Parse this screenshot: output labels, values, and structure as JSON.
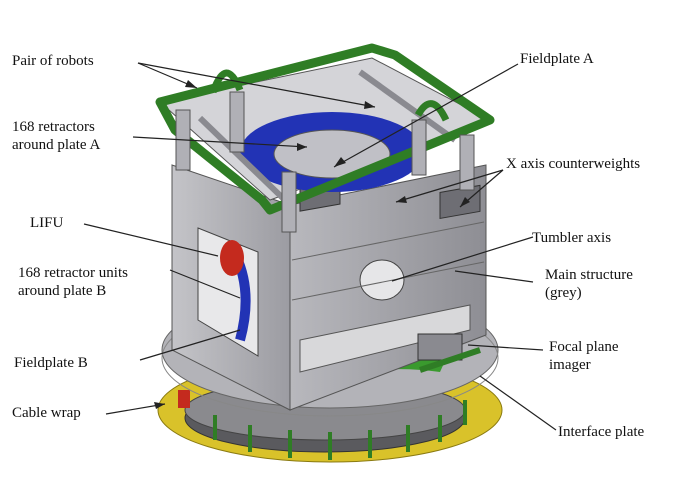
{
  "labels": {
    "pair_of_robots": "Pair of robots",
    "retractors_a_line1": "168 retractors",
    "retractors_a_line2": "around plate A",
    "lifu": "LIFU",
    "retractors_b_line1": "168 retractor units",
    "retractors_b_line2": "around plate B",
    "fieldplate_b": "Fieldplate B",
    "cable_wrap": "Cable wrap",
    "fieldplate_a": "Fieldplate A",
    "x_axis_counterweights": "X axis counterweights",
    "tumbler_axis": "Tumbler axis",
    "main_structure_line1": "Main structure",
    "main_structure_line2": "(grey)",
    "focal_plane_line1": "Focal plane",
    "focal_plane_line2": "imager",
    "interface_plate": "Interface plate"
  },
  "colors": {
    "structure_grey": "#a9a9ad",
    "robot_green": "#2f7d25",
    "fieldplate_a_blue": "#2233b5",
    "interface_plate_yellow": "#d9c22a",
    "lifu_red": "#c42a1e",
    "fieldplate_b_green": "#3a9a2e"
  }
}
